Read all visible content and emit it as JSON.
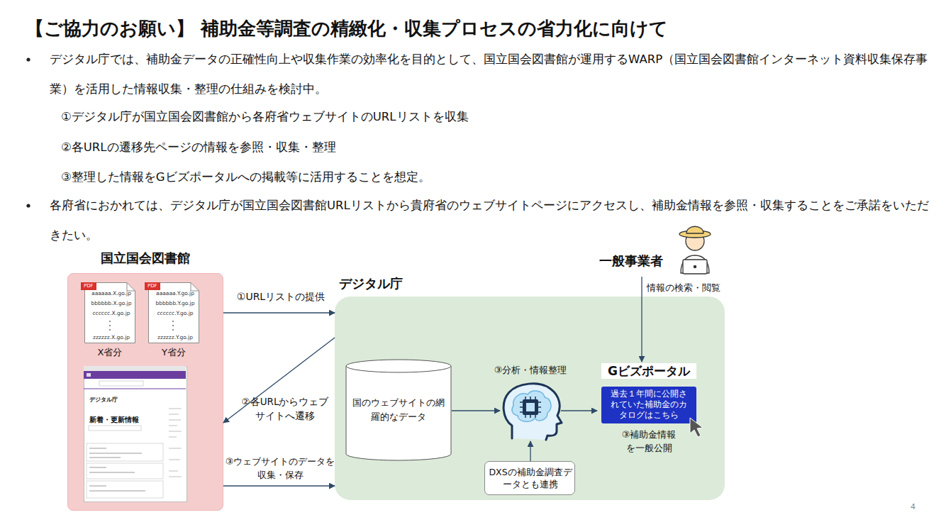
{
  "diagram": {
    "title": "【ご協力のお願い】 補助金等調査の精緻化・収集プロセスの省力化に向けて",
    "nodes": [
      {
        "text": [
          "国立国会図書館"
        ]
      },
      {
        "text": [
          "PDF",
          "aaaaaa.X.go.jp",
          "bbbbbb.X.go.jp",
          "cccccc.X.go.jp",
          "zzzzzz.X.go.jp",
          "X省分"
        ],
        "in": 0
      },
      {
        "text": [
          "PDF",
          "aaaaaa.Y.go.jp",
          "bbbbbb.Y.go.jp",
          "cccccc.Y.go.jp",
          "zzzzzz.Y.go.jp",
          "Y省分"
        ],
        "in": 0
      },
      {
        "text": [
          "デジタル庁",
          "新着・更新情報"
        ],
        "in": 0
      },
      {
        "text": [
          "デジタル庁"
        ]
      },
      {
        "text": [
          "国のウェブサイトの網羅的なデータ"
        ],
        "in": 4
      },
      {
        "text": [
          "③分析・情報整理"
        ],
        "in": 4
      },
      {
        "text": [
          "Gビズポータル",
          "③補助金情報を一般公開"
        ],
        "in": 4
      },
      {
        "text": [
          "過去１年間に公開されていた補助金のカタログはこちら"
        ],
        "in": 7
      },
      {
        "text": [
          "DXSの補助金調査データとも連携"
        ],
        "in": 4
      },
      {
        "text": [
          "一般事業者"
        ]
      }
    ],
    "edges": [
      {
        "from": 0,
        "to": 4,
        "label": "①URLリストの提供",
        "arrow": "to"
      },
      {
        "from": 4,
        "to": 0,
        "label": "②各URLからウェブサイトへ遷移",
        "arrow": "to"
      },
      {
        "from": 0,
        "to": 4,
        "label": "③ウェブサイトのデータを収集・保存",
        "arrow": "to"
      },
      {
        "from": 5,
        "to": 6,
        "arrow": "to"
      },
      {
        "from": 6,
        "to": 7,
        "arrow": "to"
      },
      {
        "from": 9,
        "to": 6,
        "arrow": "to"
      },
      {
        "from": 10,
        "to": 7,
        "label": "情報の検索・閲覧",
        "arrow": "to"
      }
    ],
    "labels": [
      "デジタル庁では、補助金データの正確性向上や収集作業の効率化を目的として、国立国会図書館が運用するWARP（国立国会図書館インターネット資料収集保存事業）を活用した情報収集・整理の仕組みを検討中。",
      "①デジタル庁が国立国会図書館から各府省ウェブサイトのURLリストを収集",
      "②各URLの遷移先ページの情報を参照・収集・整理",
      "③整理した情報をGビズポータルへの掲載等に活用することを想定。",
      "各府省におかれては、デジタル庁が国立国会図書館URLリストから貴府省のウェブサイトページにアクセスし、補助金情報を参照・収集することをご承諾をいただきたい。",
      "4"
    ]
  }
}
